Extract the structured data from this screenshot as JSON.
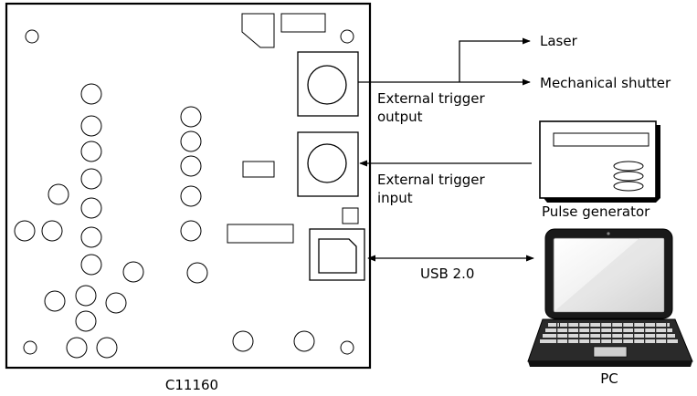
{
  "board": {
    "label": "C11160"
  },
  "connections": {
    "laser": "Laser",
    "shutter": "Mechanical shutter",
    "trigger_out": [
      "External trigger",
      "output"
    ],
    "trigger_in": [
      "External trigger",
      "input"
    ],
    "usb": "USB 2.0"
  },
  "devices": {
    "pulse_generator": "Pulse generator",
    "pc": "PC"
  }
}
